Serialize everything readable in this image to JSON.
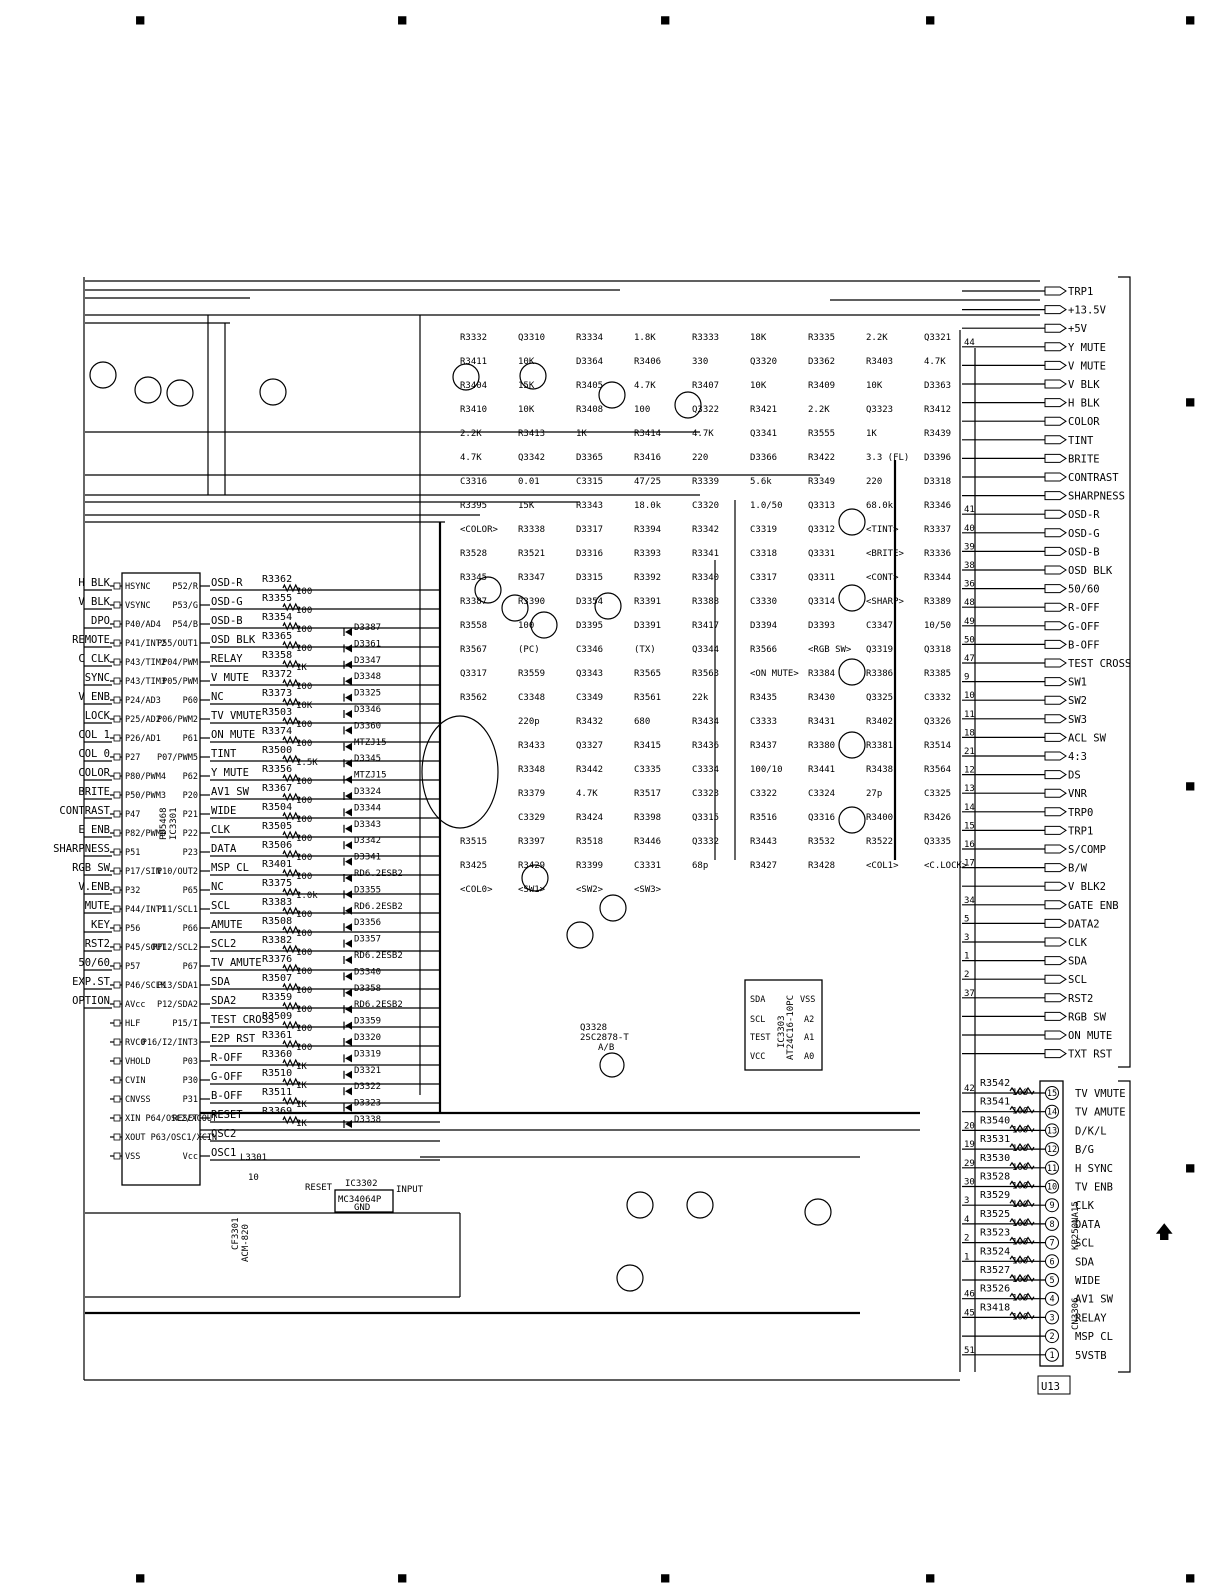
{
  "page_marks": [
    "■",
    "■",
    "■",
    "■",
    "■"
  ],
  "arrow_glyph": "🡅",
  "ic3301": {
    "ref": "IC3301",
    "part": "PD5468",
    "left_pins": [
      "HSYNC",
      "VSYNC",
      "P40/AD4",
      "P41/INT2",
      "P43/TIM2",
      "P43/TIM3",
      "P24/AD3",
      "P25/AD2",
      "P26/AD1",
      "P27",
      "P80/PWM4",
      "P50/PWM3",
      "P47",
      "P82/PWM6",
      "P51",
      "P17/SIN",
      "P32",
      "P44/INT1",
      "P56",
      "P45/SOUT",
      "P57",
      "P46/SCLK",
      "AVcc",
      "HLF",
      "RVCO",
      "VHOLD",
      "CVIN",
      "CNVSS",
      "XIN P64/OSC2/XCOUT",
      "XOUT P63/OSC1/XCIN",
      "VSS"
    ],
    "right_pins": [
      "P52/R",
      "P53/G",
      "P54/B",
      "P55/OUT1",
      "P04/PWM",
      "P05/PWM",
      "P60",
      "P06/PWM2",
      "P61",
      "P07/PWM5",
      "P62",
      "P20",
      "P21",
      "P22",
      "P23",
      "P10/OUT2",
      "P65",
      "P11/SCL1",
      "P66",
      "PP12/SCL2",
      "P67",
      "P13/SDA1",
      "P12/SDA2",
      "P15/I",
      "P16/I2/INT3",
      "P03",
      "P30",
      "P31",
      "RESET",
      "",
      "Vcc"
    ],
    "left_signals": [
      "H BLK",
      "V BLK",
      "DPO",
      "REMOTE",
      "C CLK",
      "SYNC",
      "V ENB",
      "LOCK",
      "COL 1",
      "COL 0",
      "COLOR",
      "BRITE",
      "CONTRAST",
      "E ENB",
      "SHARPNESS",
      "RGB SW",
      "V.ENB",
      "MUTE",
      "KEY",
      "RST2",
      "50/60",
      "EXP.ST",
      "OPTION"
    ],
    "right_signals": [
      "OSD-R",
      "OSD-G",
      "OSD-B",
      "OSD BLK",
      "RELAY",
      "V MUTE",
      "NC",
      "TV VMUTE",
      "ON MUTE",
      "TINT",
      "Y MUTE",
      "AV1 SW",
      "WIDE",
      "CLK",
      "DATA",
      "MSP CL",
      "NC",
      "SCL",
      "AMUTE",
      "SCL2",
      "TV AMUTE",
      "SDA",
      "SDA2",
      "TEST CROSS",
      "E2P RST",
      "R-OFF",
      "G-OFF",
      "B-OFF",
      "RESET",
      "OSC2",
      "OSC1"
    ]
  },
  "resistor_column": [
    {
      "ref": "R3362",
      "val": "100"
    },
    {
      "ref": "R3355",
      "val": "100"
    },
    {
      "ref": "R3354",
      "val": "100"
    },
    {
      "ref": "R3365",
      "val": "100"
    },
    {
      "ref": "R3358",
      "val": "1K"
    },
    {
      "ref": "R3372",
      "val": "100"
    },
    {
      "ref": "R3373",
      "val": "10K"
    },
    {
      "ref": "R3503",
      "val": "100"
    },
    {
      "ref": "R3374",
      "val": "100"
    },
    {
      "ref": "R3500",
      "val": "1.5K"
    },
    {
      "ref": "R3356",
      "val": "100"
    },
    {
      "ref": "R3367",
      "val": "100"
    },
    {
      "ref": "R3504",
      "val": "100"
    },
    {
      "ref": "R3505",
      "val": "100"
    },
    {
      "ref": "R3506",
      "val": "100"
    },
    {
      "ref": "R3401",
      "val": "100"
    },
    {
      "ref": "R3375",
      "val": "1.0k"
    },
    {
      "ref": "R3383",
      "val": "100"
    },
    {
      "ref": "R3508",
      "val": "100"
    },
    {
      "ref": "R3382",
      "val": "100"
    },
    {
      "ref": "R3376",
      "val": "100"
    },
    {
      "ref": "R3507",
      "val": "100"
    },
    {
      "ref": "R3359",
      "val": "100"
    },
    {
      "ref": "R3509",
      "val": "100"
    },
    {
      "ref": "R3361",
      "val": "100"
    },
    {
      "ref": "R3360",
      "val": "1K"
    },
    {
      "ref": "R3510",
      "val": "1K"
    },
    {
      "ref": "R3511",
      "val": "1K"
    },
    {
      "ref": "R3369",
      "val": "1K"
    }
  ],
  "diode_column": [
    "D3387",
    "D3361",
    "D3347",
    "D3348",
    "D3325",
    "D3346",
    "D3360",
    "MTZJ15",
    "D3345",
    "MTZJ15",
    "D3324",
    "D3344",
    "D3343",
    "D3342",
    "D3341",
    "RD6.2ESB2",
    "D3355",
    "RD6.2ESB2",
    "D3356",
    "D3357",
    "RD6.2ESB2",
    "D3340",
    "D3358",
    "RD6.2ESB2",
    "D3359",
    "D3320",
    "D3319",
    "D3321",
    "D3322",
    "D3323",
    "D3338"
  ],
  "connector_right": {
    "signals": [
      "TRP1",
      "+13.5V",
      "+5V",
      "Y MUTE",
      "V MUTE",
      "V BLK",
      "H BLK",
      "COLOR",
      "TINT",
      "BRITE",
      "CONTRAST",
      "SHARPNESS",
      "OSD-R",
      "OSD-G",
      "OSD-B",
      "OSD BLK",
      "50/60",
      "R-OFF",
      "G-OFF",
      "B-OFF",
      "TEST CROSS",
      "SW1",
      "SW2",
      "SW3",
      "ACL SW",
      "4:3",
      "DS",
      "VNR",
      "TRP0",
      "TRP1",
      "S/COMP",
      "B/W",
      "V BLK2",
      "GATE ENB",
      "DATA2",
      "CLK",
      "SDA",
      "SCL",
      "RST2",
      "RGB SW",
      "ON MUTE",
      "TXT RST"
    ],
    "numbers": [
      "",
      "",
      "",
      "44",
      "",
      "",
      "",
      "",
      "",
      "",
      "",
      "",
      "41",
      "40",
      "39",
      "38",
      "36",
      "48",
      "49",
      "50",
      "47",
      "9",
      "10",
      "11",
      "18",
      "21",
      "12",
      "13",
      "14",
      "15",
      "16",
      "17",
      "",
      "34",
      "5",
      "3",
      "1",
      "2",
      "37",
      "",
      "",
      ""
    ]
  },
  "cn3306": {
    "ref": "CN3306",
    "part": "KP250NA15",
    "signals": [
      "TV VMUTE",
      "TV AMUTE",
      "D/K/L",
      "B/G",
      "H SYNC",
      "TV ENB",
      "CLK",
      "DATA",
      "SCL",
      "SDA",
      "WIDE",
      "AV1 SW",
      "RELAY",
      "MSP CL",
      "5VSTB"
    ],
    "pins": [
      "15",
      "14",
      "13",
      "12",
      "11",
      "10",
      "9",
      "8",
      "7",
      "6",
      "5",
      "4",
      "3",
      "2",
      "1"
    ],
    "resistors": [
      {
        "ref": "R3542",
        "val": "100"
      },
      {
        "ref": "R3541",
        "val": "100"
      },
      {
        "ref": "R3540",
        "val": "100"
      },
      {
        "ref": "R3531",
        "val": "100"
      },
      {
        "ref": "R3530",
        "val": "100"
      },
      {
        "ref": "R3528",
        "val": "100"
      },
      {
        "ref": "R3529",
        "val": "100"
      },
      {
        "ref": "R3525",
        "val": "100"
      },
      {
        "ref": "R3523",
        "val": "100"
      },
      {
        "ref": "R3524",
        "val": "100"
      },
      {
        "ref": "R3527",
        "val": "100"
      },
      {
        "ref": "R3526",
        "val": "100"
      },
      {
        "ref": "R3418",
        "val": "100"
      }
    ],
    "net_numbers": [
      "42",
      "",
      "20",
      "19",
      "29",
      "30",
      "3",
      "4",
      "2",
      "1",
      "",
      "46",
      "45",
      "",
      "51"
    ],
    "block_label": "U13"
  },
  "ic3303": {
    "ref": "IC3303",
    "part": "AT24C16-10PC",
    "pins_left": [
      "SDA",
      "SCL",
      "TEST",
      "VCC"
    ],
    "pins_right": [
      "VSS",
      "A2",
      "A1",
      "A0"
    ]
  },
  "ic3302": {
    "ref": "IC3302",
    "part": "MC34064P",
    "gnd": "GND",
    "reset": "RESET",
    "input": "INPUT"
  },
  "q3328": {
    "ref": "Q3328",
    "part": "2SC2878-T",
    "extra": "A/B"
  },
  "l3301": {
    "ref": "L3301",
    "val": "10"
  },
  "osc": {
    "ref": "CF3301",
    "part": "ACM-820"
  },
  "components": [
    {
      "t": "R3332"
    },
    {
      "t": "Q3310"
    },
    {
      "t": "R3334"
    },
    {
      "t": "1.8K"
    },
    {
      "t": "R3333"
    },
    {
      "t": "18K"
    },
    {
      "t": "R3335"
    },
    {
      "t": "2.2K"
    },
    {
      "t": "Q3321"
    },
    {
      "t": "R3411"
    },
    {
      "t": "10K"
    },
    {
      "t": "D3364"
    },
    {
      "t": "R3406"
    },
    {
      "t": "330"
    },
    {
      "t": "Q3320"
    },
    {
      "t": "D3362"
    },
    {
      "t": "R3403"
    },
    {
      "t": "4.7K"
    },
    {
      "t": "R3404"
    },
    {
      "t": "15K"
    },
    {
      "t": "R3405"
    },
    {
      "t": "4.7K"
    },
    {
      "t": "R3407"
    },
    {
      "t": "10K"
    },
    {
      "t": "R3409"
    },
    {
      "t": "10K"
    },
    {
      "t": "D3363"
    },
    {
      "t": "R3410"
    },
    {
      "t": "10K"
    },
    {
      "t": "R3408"
    },
    {
      "t": "100"
    },
    {
      "t": "Q3322"
    },
    {
      "t": "R3421"
    },
    {
      "t": "2.2K"
    },
    {
      "t": "Q3323"
    },
    {
      "t": "R3412"
    },
    {
      "t": "2.2K"
    },
    {
      "t": "R3413"
    },
    {
      "t": "1K"
    },
    {
      "t": "R3414"
    },
    {
      "t": "4.7K"
    },
    {
      "t": "Q3341"
    },
    {
      "t": "R3555"
    },
    {
      "t": "1K"
    },
    {
      "t": "R3439"
    },
    {
      "t": "4.7K"
    },
    {
      "t": "Q3342"
    },
    {
      "t": "D3365"
    },
    {
      "t": "R3416"
    },
    {
      "t": "220"
    },
    {
      "t": "D3366"
    },
    {
      "t": "R3422"
    },
    {
      "t": "3.3 (FL)"
    },
    {
      "t": "D3396"
    },
    {
      "t": "C3316"
    },
    {
      "t": "0.01"
    },
    {
      "t": "C3315"
    },
    {
      "t": "47/25"
    },
    {
      "t": "R3339"
    },
    {
      "t": "5.6k"
    },
    {
      "t": "R3349"
    },
    {
      "t": "220"
    },
    {
      "t": "D3318"
    },
    {
      "t": "R3395"
    },
    {
      "t": "15K"
    },
    {
      "t": "R3343"
    },
    {
      "t": "18.0k"
    },
    {
      "t": "C3320"
    },
    {
      "t": "1.0/50"
    },
    {
      "t": "Q3313"
    },
    {
      "t": "68.0k"
    },
    {
      "t": "R3346"
    },
    {
      "t": "<COLOR>"
    },
    {
      "t": "R3338"
    },
    {
      "t": "D3317"
    },
    {
      "t": "R3394"
    },
    {
      "t": "R3342"
    },
    {
      "t": "C3319"
    },
    {
      "t": "Q3312"
    },
    {
      "t": "<TINT>"
    },
    {
      "t": "R3337"
    },
    {
      "t": "R3528"
    },
    {
      "t": "R3521"
    },
    {
      "t": "D3316"
    },
    {
      "t": "R3393"
    },
    {
      "t": "R3341"
    },
    {
      "t": "C3318"
    },
    {
      "t": "Q3331"
    },
    {
      "t": "<BRITE>"
    },
    {
      "t": "R3336"
    },
    {
      "t": "R3345"
    },
    {
      "t": "R3347"
    },
    {
      "t": "D3315"
    },
    {
      "t": "R3392"
    },
    {
      "t": "R3340"
    },
    {
      "t": "C3317"
    },
    {
      "t": "Q3311"
    },
    {
      "t": "<CONT>"
    },
    {
      "t": "R3344"
    },
    {
      "t": "R3387"
    },
    {
      "t": "R3390"
    },
    {
      "t": "D3354"
    },
    {
      "t": "R3391"
    },
    {
      "t": "R3388"
    },
    {
      "t": "C3330"
    },
    {
      "t": "Q3314"
    },
    {
      "t": "<SHARP>"
    },
    {
      "t": "R3389"
    },
    {
      "t": "R3558"
    },
    {
      "t": "100"
    },
    {
      "t": "D3395"
    },
    {
      "t": "D3391"
    },
    {
      "t": "R3417"
    },
    {
      "t": "D3394"
    },
    {
      "t": "D3393"
    },
    {
      "t": "C3347"
    },
    {
      "t": "10/50"
    },
    {
      "t": "R3567"
    },
    {
      "t": "(PC)"
    },
    {
      "t": "C3346"
    },
    {
      "t": "(TX)"
    },
    {
      "t": "Q3344"
    },
    {
      "t": "R3566"
    },
    {
      "t": "<RGB SW>"
    },
    {
      "t": "Q3319"
    },
    {
      "t": "Q3318"
    },
    {
      "t": "Q3317"
    },
    {
      "t": "R3559"
    },
    {
      "t": "Q3343"
    },
    {
      "t": "R3565"
    },
    {
      "t": "R3563"
    },
    {
      "t": "<ON MUTE>"
    },
    {
      "t": "R3384"
    },
    {
      "t": "R3386"
    },
    {
      "t": "R3385"
    },
    {
      "t": "R3562"
    },
    {
      "t": "C3348"
    },
    {
      "t": "C3349"
    },
    {
      "t": "R3561"
    },
    {
      "t": "22k"
    },
    {
      "t": "R3435"
    },
    {
      "t": "R3430"
    },
    {
      "t": "Q3325"
    },
    {
      "t": "C3332"
    },
    {
      "t": "220p"
    },
    {
      "t": "R3432"
    },
    {
      "t": "680"
    },
    {
      "t": "R3434"
    },
    {
      "t": "C3333"
    },
    {
      "t": "R3431"
    },
    {
      "t": "R3402"
    },
    {
      "t": "Q3326"
    },
    {
      "t": "R3433"
    },
    {
      "t": "Q3327"
    },
    {
      "t": "R3415"
    },
    {
      "t": "R3436"
    },
    {
      "t": "R3437"
    },
    {
      "t": "R3380"
    },
    {
      "t": "R3381"
    },
    {
      "t": "R3514"
    },
    {
      "t": "R3348"
    },
    {
      "t": "R3442"
    },
    {
      "t": "C3335"
    },
    {
      "t": "C3334"
    },
    {
      "t": "100/10"
    },
    {
      "t": "R3441"
    },
    {
      "t": "R3438"
    },
    {
      "t": "R3564"
    },
    {
      "t": "R3379"
    },
    {
      "t": "4.7K"
    },
    {
      "t": "R3517"
    },
    {
      "t": "C3323"
    },
    {
      "t": "C3322"
    },
    {
      "t": "C3324"
    },
    {
      "t": "27p"
    },
    {
      "t": "C3325"
    },
    {
      "t": "C3329"
    },
    {
      "t": "R3424"
    },
    {
      "t": "R3398"
    },
    {
      "t": "Q3315"
    },
    {
      "t": "R3516"
    },
    {
      "t": "Q3316"
    },
    {
      "t": "R3400"
    },
    {
      "t": "R3426"
    },
    {
      "t": "R3515"
    },
    {
      "t": "R3397"
    },
    {
      "t": "R3518"
    },
    {
      "t": "R3446"
    },
    {
      "t": "Q3332"
    },
    {
      "t": "R3443"
    },
    {
      "t": "R3532"
    },
    {
      "t": "R3522"
    },
    {
      "t": "Q3335"
    },
    {
      "t": "R3425"
    },
    {
      "t": "R3429"
    },
    {
      "t": "R3399"
    },
    {
      "t": "C3331"
    },
    {
      "t": "68p"
    },
    {
      "t": "R3427"
    },
    {
      "t": "R3428"
    },
    {
      "t": "<COL1>"
    },
    {
      "t": "<C.LOCK>"
    },
    {
      "t": "<COL0>"
    },
    {
      "t": "<SW1>"
    },
    {
      "t": "<SW2>"
    },
    {
      "t": "<SW3>"
    }
  ]
}
